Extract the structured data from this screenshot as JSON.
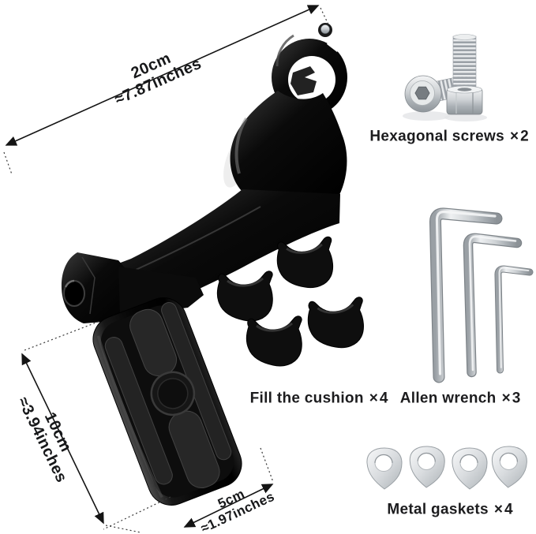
{
  "dimensions": {
    "length": {
      "value": "20cm",
      "inches": "≈7.87inches"
    },
    "height": {
      "value": "10cm",
      "inches": "≈3.94inches"
    },
    "width": {
      "value": "5cm",
      "inches": "≈1.97inches"
    }
  },
  "parts": {
    "screws": {
      "label": "Hexagonal screws",
      "count": "×2"
    },
    "cushions": {
      "label": "Fill the cushion",
      "count": "×4"
    },
    "wrenches": {
      "label": "Allen wrench",
      "count": "×3"
    },
    "gaskets": {
      "label": "Metal gaskets",
      "count": "×4"
    }
  },
  "colors": {
    "ink": "#17181a",
    "product_black": "#0a0a0a",
    "metal_light": "#f2f3f4",
    "metal_dark": "#8f969b",
    "background": "#ffffff"
  }
}
